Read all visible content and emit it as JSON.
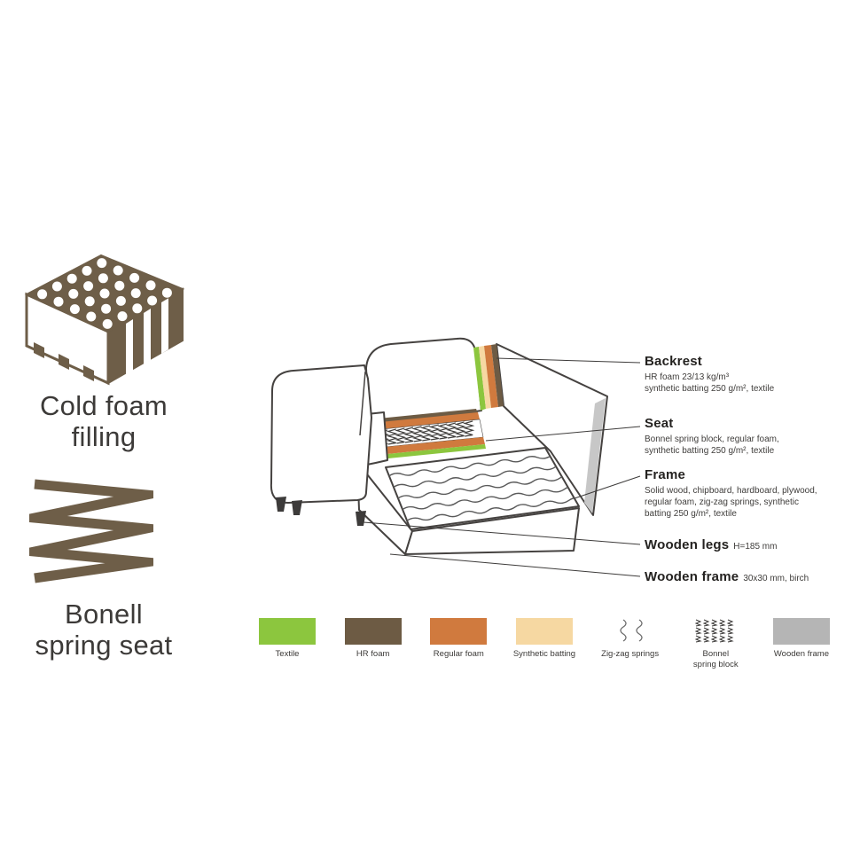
{
  "colors": {
    "textile_green": "#8cc63e",
    "hr_foam_brown": "#6d5b44",
    "regular_foam_orange": "#d07a3e",
    "synthetic_batting_tan": "#f6d8a2",
    "wooden_frame_gray": "#b5b5b5",
    "illustration_brown": "#6e5e48",
    "outline_dark": "#3d3b3a"
  },
  "left_panel": {
    "cold_foam_title": "Cold foam\nfilling",
    "bonell_title": "Bonell\nspring seat"
  },
  "callouts": {
    "backrest": {
      "title": "Backrest",
      "desc": "HR foam 23/13 kg/m³\nsynthetic batting 250 g/m², textile"
    },
    "seat": {
      "title": "Seat",
      "desc": "Bonnel spring block, regular foam,\nsynthetic batting 250 g/m², textile"
    },
    "frame": {
      "title": "Frame",
      "desc": "Solid wood, chipboard, hardboard, plywood,\nregular foam, zig-zag springs, synthetic\nbatting 250 g/m², textile"
    },
    "wooden_legs": {
      "title": "Wooden legs",
      "detail": "H=185 mm"
    },
    "wooden_frame": {
      "title": "Wooden frame",
      "detail": "30x30 mm, birch"
    }
  },
  "legend": {
    "items": [
      {
        "label": "Textile",
        "type": "swatch",
        "color": "#8cc63e"
      },
      {
        "label": "HR foam",
        "type": "swatch",
        "color": "#6d5b44"
      },
      {
        "label": "Regular foam",
        "type": "swatch",
        "color": "#d07a3e"
      },
      {
        "label": "Synthetic batting",
        "type": "swatch",
        "color": "#f6d8a2"
      },
      {
        "label": "Zig-zag springs",
        "type": "icon",
        "icon": "zigzag-springs-icon"
      },
      {
        "label": "Bonnel\nspring block",
        "type": "icon",
        "icon": "bonnel-spring-block-icon"
      },
      {
        "label": "Wooden frame",
        "type": "swatch",
        "color": "#b5b5b5"
      }
    ]
  }
}
